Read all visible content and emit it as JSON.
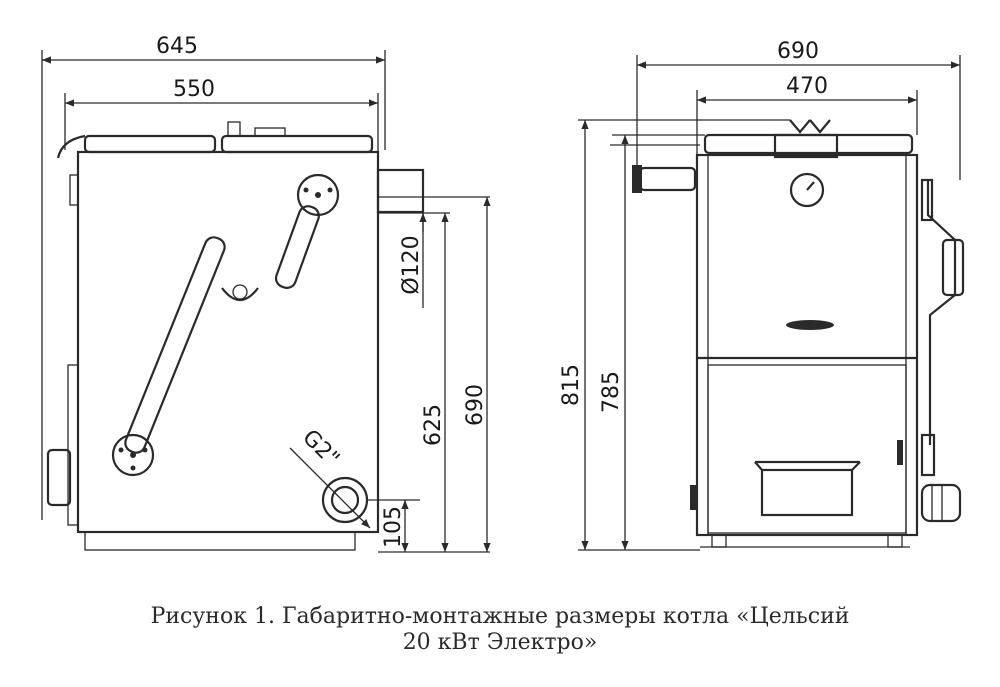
{
  "left_view": {
    "overall_width": "645",
    "body_width": "550",
    "pipe_diameter": "Ø120",
    "height_625": "625",
    "height_690": "690",
    "outlet_height": "105",
    "thread_label": "G2\""
  },
  "right_view": {
    "overall_width": "690",
    "body_width": "470",
    "height_815": "815",
    "height_785": "785"
  },
  "caption": {
    "line1": "Рисунок 1. Габаритно-монтажные размеры котла «Цельсий",
    "line2": "20 кВт Электро»"
  },
  "colors": {
    "line": "#2a2a2a",
    "panel": "#efefef"
  }
}
